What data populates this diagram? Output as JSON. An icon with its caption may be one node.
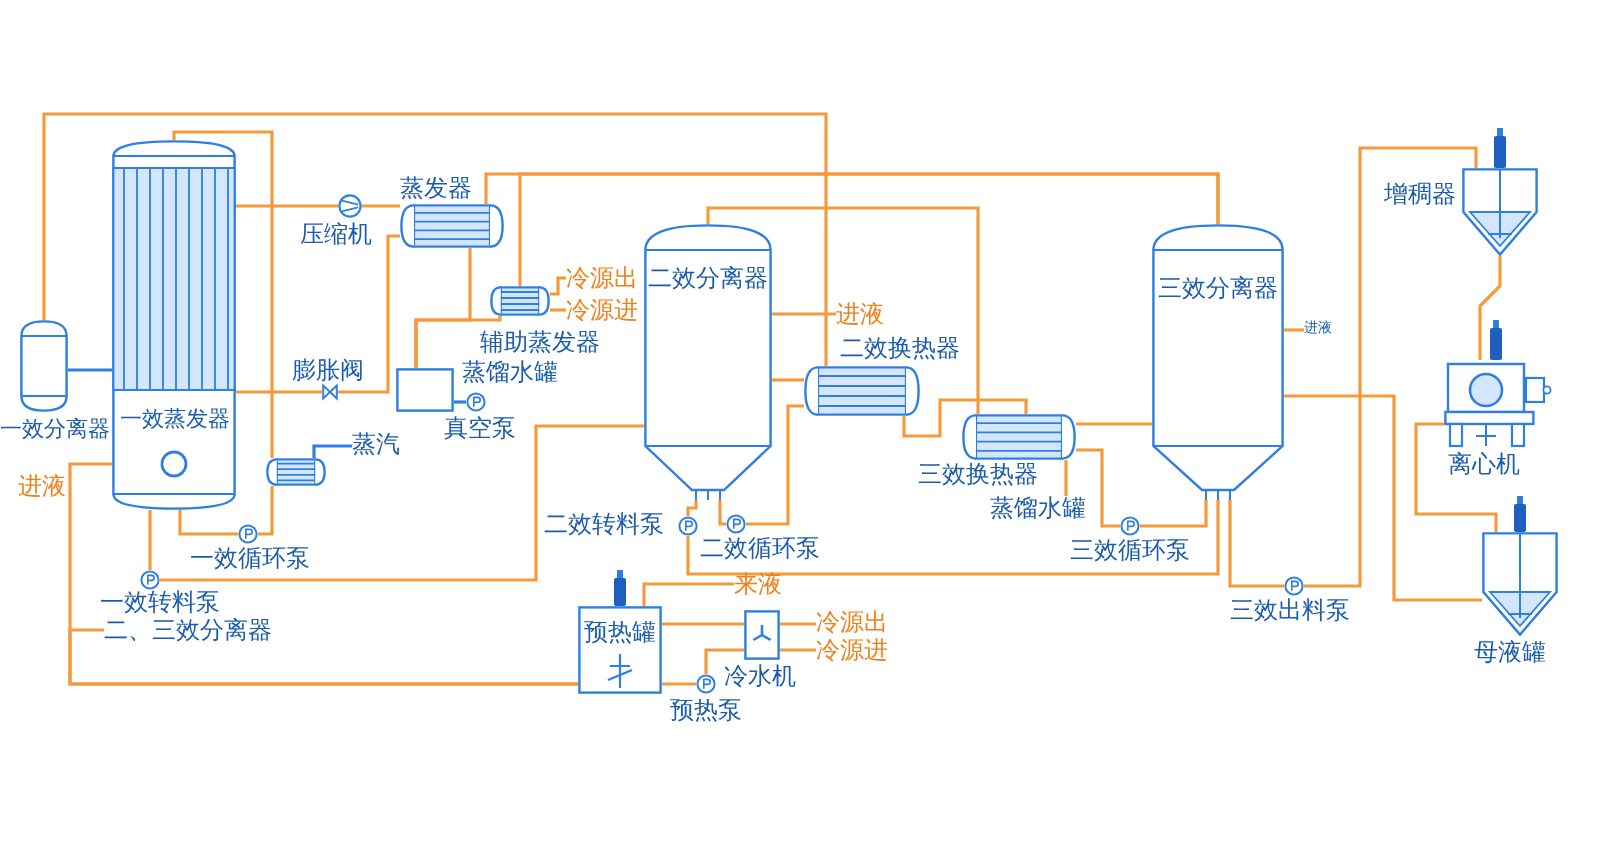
{
  "diagram": {
    "nodes": [
      {
        "text": [],
        "shape": "cylinder",
        "beside": [
          "一效分离器"
        ]
      },
      {
        "text": [
          "一效蒸发器"
        ]
      },
      {
        "text": [],
        "shape": "circle",
        "beside": [
          "压缩机"
        ]
      },
      {
        "text": [],
        "shape": "cylinder",
        "beside": [
          "蒸发器"
        ]
      },
      {
        "text": [],
        "shape": "cylinder",
        "beside": [
          "辅助蒸发器"
        ]
      },
      {
        "text": [
          "冷源出"
        ]
      },
      {
        "text": [
          "冷源进"
        ]
      },
      {
        "text": [],
        "shape": "valve",
        "beside": [
          "膨胀阀"
        ]
      },
      {
        "text": [],
        "shape": "box",
        "beside": [
          "蒸馏水罐"
        ]
      },
      {
        "text": [],
        "shape": "circle",
        "beside": [
          "真空泵"
        ]
      },
      {
        "text": [],
        "shape": "cylinder"
      },
      {
        "text": [
          "蒸汽"
        ]
      },
      {
        "text": [],
        "shape": "circle",
        "beside": [
          "一效循环泵"
        ]
      },
      {
        "text": [],
        "shape": "circle",
        "beside": [
          "一效转料泵"
        ]
      },
      {
        "text": [
          "二、三效分离器"
        ]
      },
      {
        "text": [
          "二效分离器"
        ]
      },
      {
        "text": [
          "进液"
        ]
      },
      {
        "text": [],
        "shape": "cylinder",
        "beside": [
          "二效换热器"
        ]
      },
      {
        "text": [],
        "shape": "circle",
        "beside": [
          "二效转料泵"
        ]
      },
      {
        "text": [],
        "shape": "circle",
        "beside": [
          "二效循环泵"
        ]
      },
      {
        "text": [],
        "shape": "cylinder",
        "beside": [
          "三效换热器"
        ]
      },
      {
        "text": [
          "蒸馏水罐"
        ]
      },
      {
        "text": [
          "三效分离器"
        ]
      },
      {
        "text": [
          "进液"
        ]
      },
      {
        "text": [],
        "shape": "circle",
        "beside": [
          "三效循环泵"
        ]
      },
      {
        "text": [],
        "shape": "circle",
        "beside": [
          "三效出料泵"
        ]
      },
      {
        "text": [],
        "shape": "picture",
        "beside": [
          "增稠器"
        ]
      },
      {
        "text": [],
        "shape": "picture",
        "beside": [
          "离心机"
        ]
      },
      {
        "text": [],
        "shape": "picture",
        "beside": [
          "母液罐"
        ]
      },
      {
        "text": [
          "预热罐"
        ]
      },
      {
        "text": [
          "来液"
        ]
      },
      {
        "text": [],
        "shape": "box",
        "beside": [
          "冷水机"
        ]
      },
      {
        "text": [
          "冷源出"
        ]
      },
      {
        "text": [
          "冷源进"
        ]
      },
      {
        "text": [],
        "shape": "circle",
        "beside": [
          "预热泵"
        ]
      }
    ],
    "edges": [
      {
        "from": 0,
        "to": 1,
        "arrow": "none",
        "color": "#2f7fe0"
      },
      {
        "from": 0,
        "to": 17,
        "arrow": "none"
      },
      {
        "from": 1,
        "to": 2,
        "arrow": "none"
      },
      {
        "from": 2,
        "to": 3,
        "arrow": "none"
      },
      {
        "from": 3,
        "to": 7,
        "arrow": "none"
      },
      {
        "from": 7,
        "to": 1,
        "arrow": "none"
      },
      {
        "from": 3,
        "to": 8,
        "arrow": "none"
      },
      {
        "from": 4,
        "to": 8,
        "arrow": "none"
      },
      {
        "from": 22,
        "to": 3,
        "arrow": "none"
      },
      {
        "from": 22,
        "to": 4,
        "arrow": "none"
      },
      {
        "from": 4,
        "to": 5,
        "arrow": "none"
      },
      {
        "from": 6,
        "to": 4,
        "arrow": "none"
      },
      {
        "from": 8,
        "to": 9,
        "arrow": "none",
        "color": "#2f7fe0"
      },
      {
        "from": 11,
        "to": 10,
        "arrow": "none",
        "color": "#2f7fe0"
      },
      {
        "from": 1,
        "to": 12,
        "arrow": "none"
      },
      {
        "from": 12,
        "to": 10,
        "arrow": "none"
      },
      {
        "from": 10,
        "to": 1,
        "arrow": "none"
      },
      {
        "from": 1,
        "to": 13,
        "arrow": "none"
      },
      {
        "from": 13,
        "to": 15,
        "arrow": "none"
      },
      {
        "from": 29,
        "to": 1,
        "arrow": "none",
        "label": "进液"
      },
      {
        "from": 29,
        "to": 14,
        "arrow": "none"
      },
      {
        "from": 16,
        "to": 15,
        "arrow": "none"
      },
      {
        "from": 15,
        "to": 17,
        "arrow": "none"
      },
      {
        "from": 15,
        "to": 18,
        "arrow": "none"
      },
      {
        "from": 15,
        "to": 19,
        "arrow": "none"
      },
      {
        "from": 19,
        "to": 17,
        "arrow": "none"
      },
      {
        "from": 18,
        "to": 22,
        "arrow": "none"
      },
      {
        "from": 17,
        "to": 20,
        "arrow": "none"
      },
      {
        "from": 15,
        "to": 20,
        "arrow": "none"
      },
      {
        "from": 20,
        "to": 22,
        "arrow": "none"
      },
      {
        "from": 22,
        "to": 24,
        "arrow": "none"
      },
      {
        "from": 24,
        "to": 20,
        "arrow": "none"
      },
      {
        "from": 20,
        "to": 21,
        "arrow": "none"
      },
      {
        "from": 23,
        "to": 22,
        "arrow": "none"
      },
      {
        "from": 22,
        "to": 25,
        "arrow": "none"
      },
      {
        "from": 25,
        "to": 26,
        "arrow": "none"
      },
      {
        "from": 26,
        "to": 27,
        "arrow": "none"
      },
      {
        "from": 27,
        "to": 28,
        "arrow": "none"
      },
      {
        "from": 28,
        "to": 22,
        "arrow": "none"
      },
      {
        "from": 30,
        "to": 29,
        "arrow": "none"
      },
      {
        "from": 29,
        "to": 31,
        "arrow": "none"
      },
      {
        "from": 31,
        "to": 32,
        "arrow": "none"
      },
      {
        "from": 33,
        "to": 31,
        "arrow": "none"
      },
      {
        "from": 29,
        "to": 34,
        "arrow": "none"
      },
      {
        "from": 34,
        "to": 31,
        "arrow": "none"
      }
    ]
  }
}
